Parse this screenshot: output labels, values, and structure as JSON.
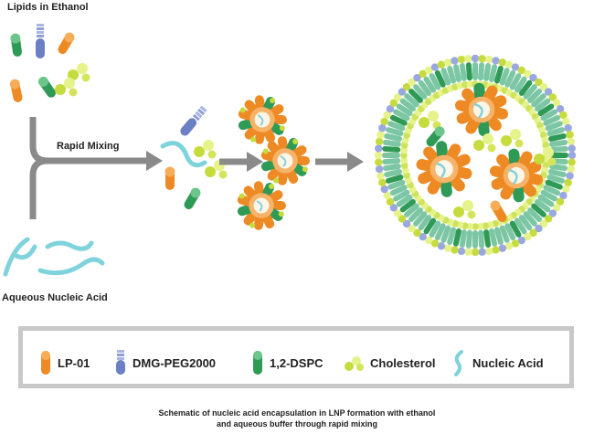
{
  "labels": {
    "lipids_in_ethanol": "Lipids in Ethanol",
    "rapid_mixing": "Rapid Mixing",
    "aqueous_nucleic_acid": "Aqueous Nucleic Acid"
  },
  "legend": [
    {
      "label": "LP-01",
      "icon": "ionizable-lipid-icon",
      "color": "#ee8a24"
    },
    {
      "label": "DMG-PEG2000",
      "icon": "peg-lipid-icon",
      "color": "#6b7fc4"
    },
    {
      "label": "1,2-DSPC",
      "icon": "dspc-icon",
      "color": "#2f9a55"
    },
    {
      "label": "Cholesterol",
      "icon": "cholesterol-icon",
      "color": "#c6dc3c"
    },
    {
      "label": "Nucleic Acid",
      "icon": "nucleic-acid-icon",
      "color": "#7fd3dc"
    }
  ],
  "caption": {
    "line1": "Schematic of nucleic acid encapsulation in LNP formation with ethanol",
    "line2": "and aqueous buffer through rapid mixing"
  },
  "colors": {
    "ionizable": "#ee8a24",
    "peg": "#6b7fc4",
    "dspc": "#2f9a55",
    "cholesterol": "#c6dc3c",
    "nucleic": "#7fd3dc",
    "arrow": "#8a8a8a",
    "legend_border": "#c8c8c8"
  }
}
